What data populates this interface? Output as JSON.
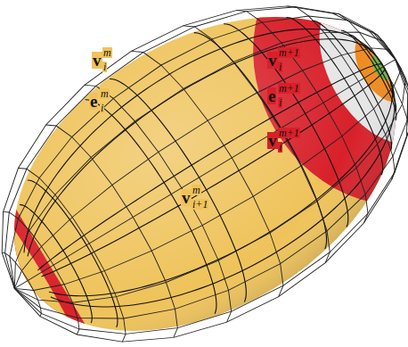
{
  "diagram": {
    "labels": [
      "v",
      "m",
      "i",
      "v",
      "m+1",
      "i",
      "e",
      "m+1",
      "i",
      "e",
      "m",
      "i",
      "v",
      "m+1",
      "i",
      "v",
      "m",
      "i+1"
    ]
  }
}
